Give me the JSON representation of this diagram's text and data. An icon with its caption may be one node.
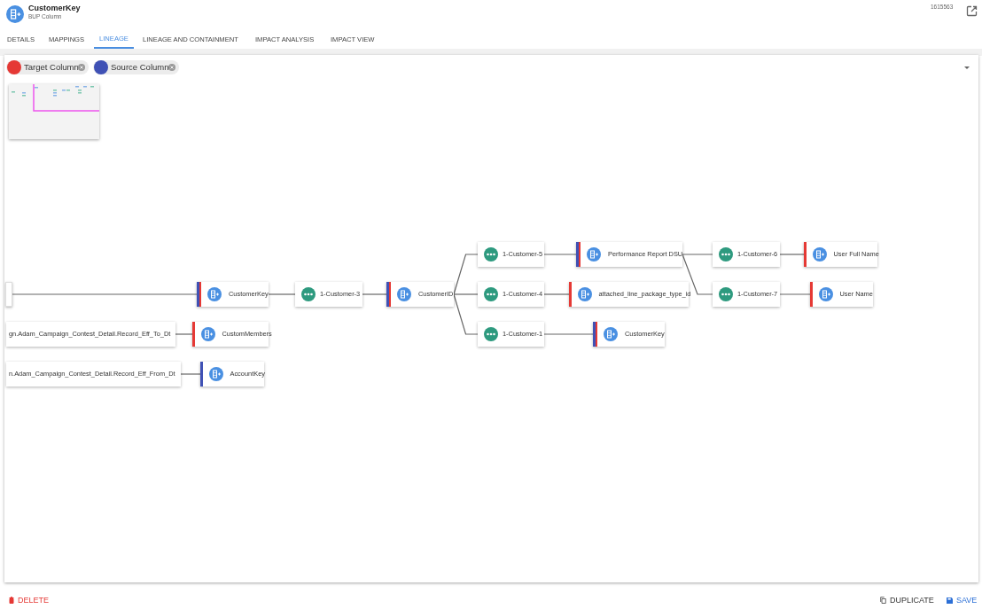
{
  "diagram": {
    "nodes": [
      {
        "text": [],
        "shape": "box"
      },
      {
        "text": [
          "CustomerKey"
        ]
      },
      {
        "text": [
          "1-Customer-3"
        ]
      },
      {
        "text": [
          "CustomerID"
        ]
      },
      {
        "text": [
          "1-Customer-5"
        ]
      },
      {
        "text": [
          "Performance Report DSU"
        ]
      },
      {
        "text": [
          "1-Customer-6"
        ]
      },
      {
        "text": [
          "User Full Name"
        ]
      },
      {
        "text": [
          "1-Customer-7"
        ]
      },
      {
        "text": [
          "User Name"
        ]
      },
      {
        "text": [
          "1-Customer-4"
        ]
      },
      {
        "text": [
          "attached_line_package_type_id"
        ]
      },
      {
        "text": [
          "1-Customer-1"
        ]
      },
      {
        "text": [
          "CustomerKey"
        ]
      },
      {
        "text": [
          "gn.Adam_Campaign_Contest_Detail.Record_Eff_To_Dt"
        ]
      },
      {
        "text": [
          "CustomMembers"
        ]
      },
      {
        "text": [
          "n.Adam_Campaign_Contest_Detail.Record_Eff_From_Dt"
        ]
      },
      {
        "text": [
          "AccountKey"
        ]
      }
    ],
    "edges": [
      {
        "from": 0,
        "to": 1,
        "arrow": "none"
      },
      {
        "from": 1,
        "to": 2,
        "arrow": "none"
      },
      {
        "from": 2,
        "to": 3,
        "arrow": "none"
      },
      {
        "from": 3,
        "to": 4,
        "arrow": "none"
      },
      {
        "from": 3,
        "to": 10,
        "arrow": "none"
      },
      {
        "from": 3,
        "to": 12,
        "arrow": "none"
      },
      {
        "from": 4,
        "to": 5,
        "arrow": "none"
      },
      {
        "from": 5,
        "to": 6,
        "arrow": "none"
      },
      {
        "from": 5,
        "to": 8,
        "arrow": "none"
      },
      {
        "from": 6,
        "to": 7,
        "arrow": "none"
      },
      {
        "from": 8,
        "to": 9,
        "arrow": "none"
      },
      {
        "from": 10,
        "to": 11,
        "arrow": "none"
      },
      {
        "from": 12,
        "to": 13,
        "arrow": "none"
      },
      {
        "from": 14,
        "to": 15,
        "arrow": "none"
      },
      {
        "from": 16,
        "to": 17,
        "arrow": "none"
      }
    ],
    "labels": [
      "CustomerKey",
      "BUP Column",
      "1615563",
      "DETAILS",
      "MAPPINGS",
      "LINEAGE",
      "LINEAGE AND CONTAINMENT",
      "IMPACT ANALYSIS",
      "IMPACT VIEW",
      "DELETE",
      "DUPLICATE",
      "SAVE"
    ],
    "legend": [
      {
        "text": "Target Column",
        "color": "#e53935"
      },
      {
        "text": "Source Column",
        "color": "#3f51b5"
      }
    ]
  }
}
